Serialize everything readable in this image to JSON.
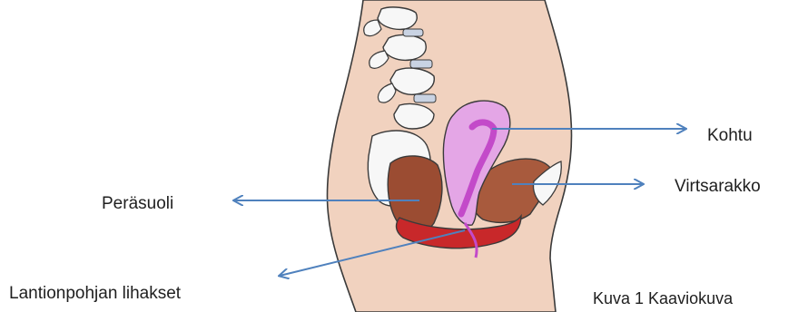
{
  "diagram": {
    "labels": {
      "kohtu": "Kohtu",
      "virtsarakko": "Virtsarakko",
      "perasuoli": "Peräsuoli",
      "lantionpohja": "Lantionpohjan lihakset"
    },
    "caption": "Kuva 1 Kaaviokuva"
  },
  "colors": {
    "arrow": "#4f81bd",
    "outline": "#3a3a3a",
    "skin": "#f1d2bf",
    "spine": "#f5f5f5",
    "disc": "#c9d3e3",
    "uterus": "#e4a6e6",
    "uterus_core": "#c34ac9",
    "bladder": "#a85a3d",
    "rectum": "#9b4c32",
    "pelvic_floor": "#c8282a"
  }
}
